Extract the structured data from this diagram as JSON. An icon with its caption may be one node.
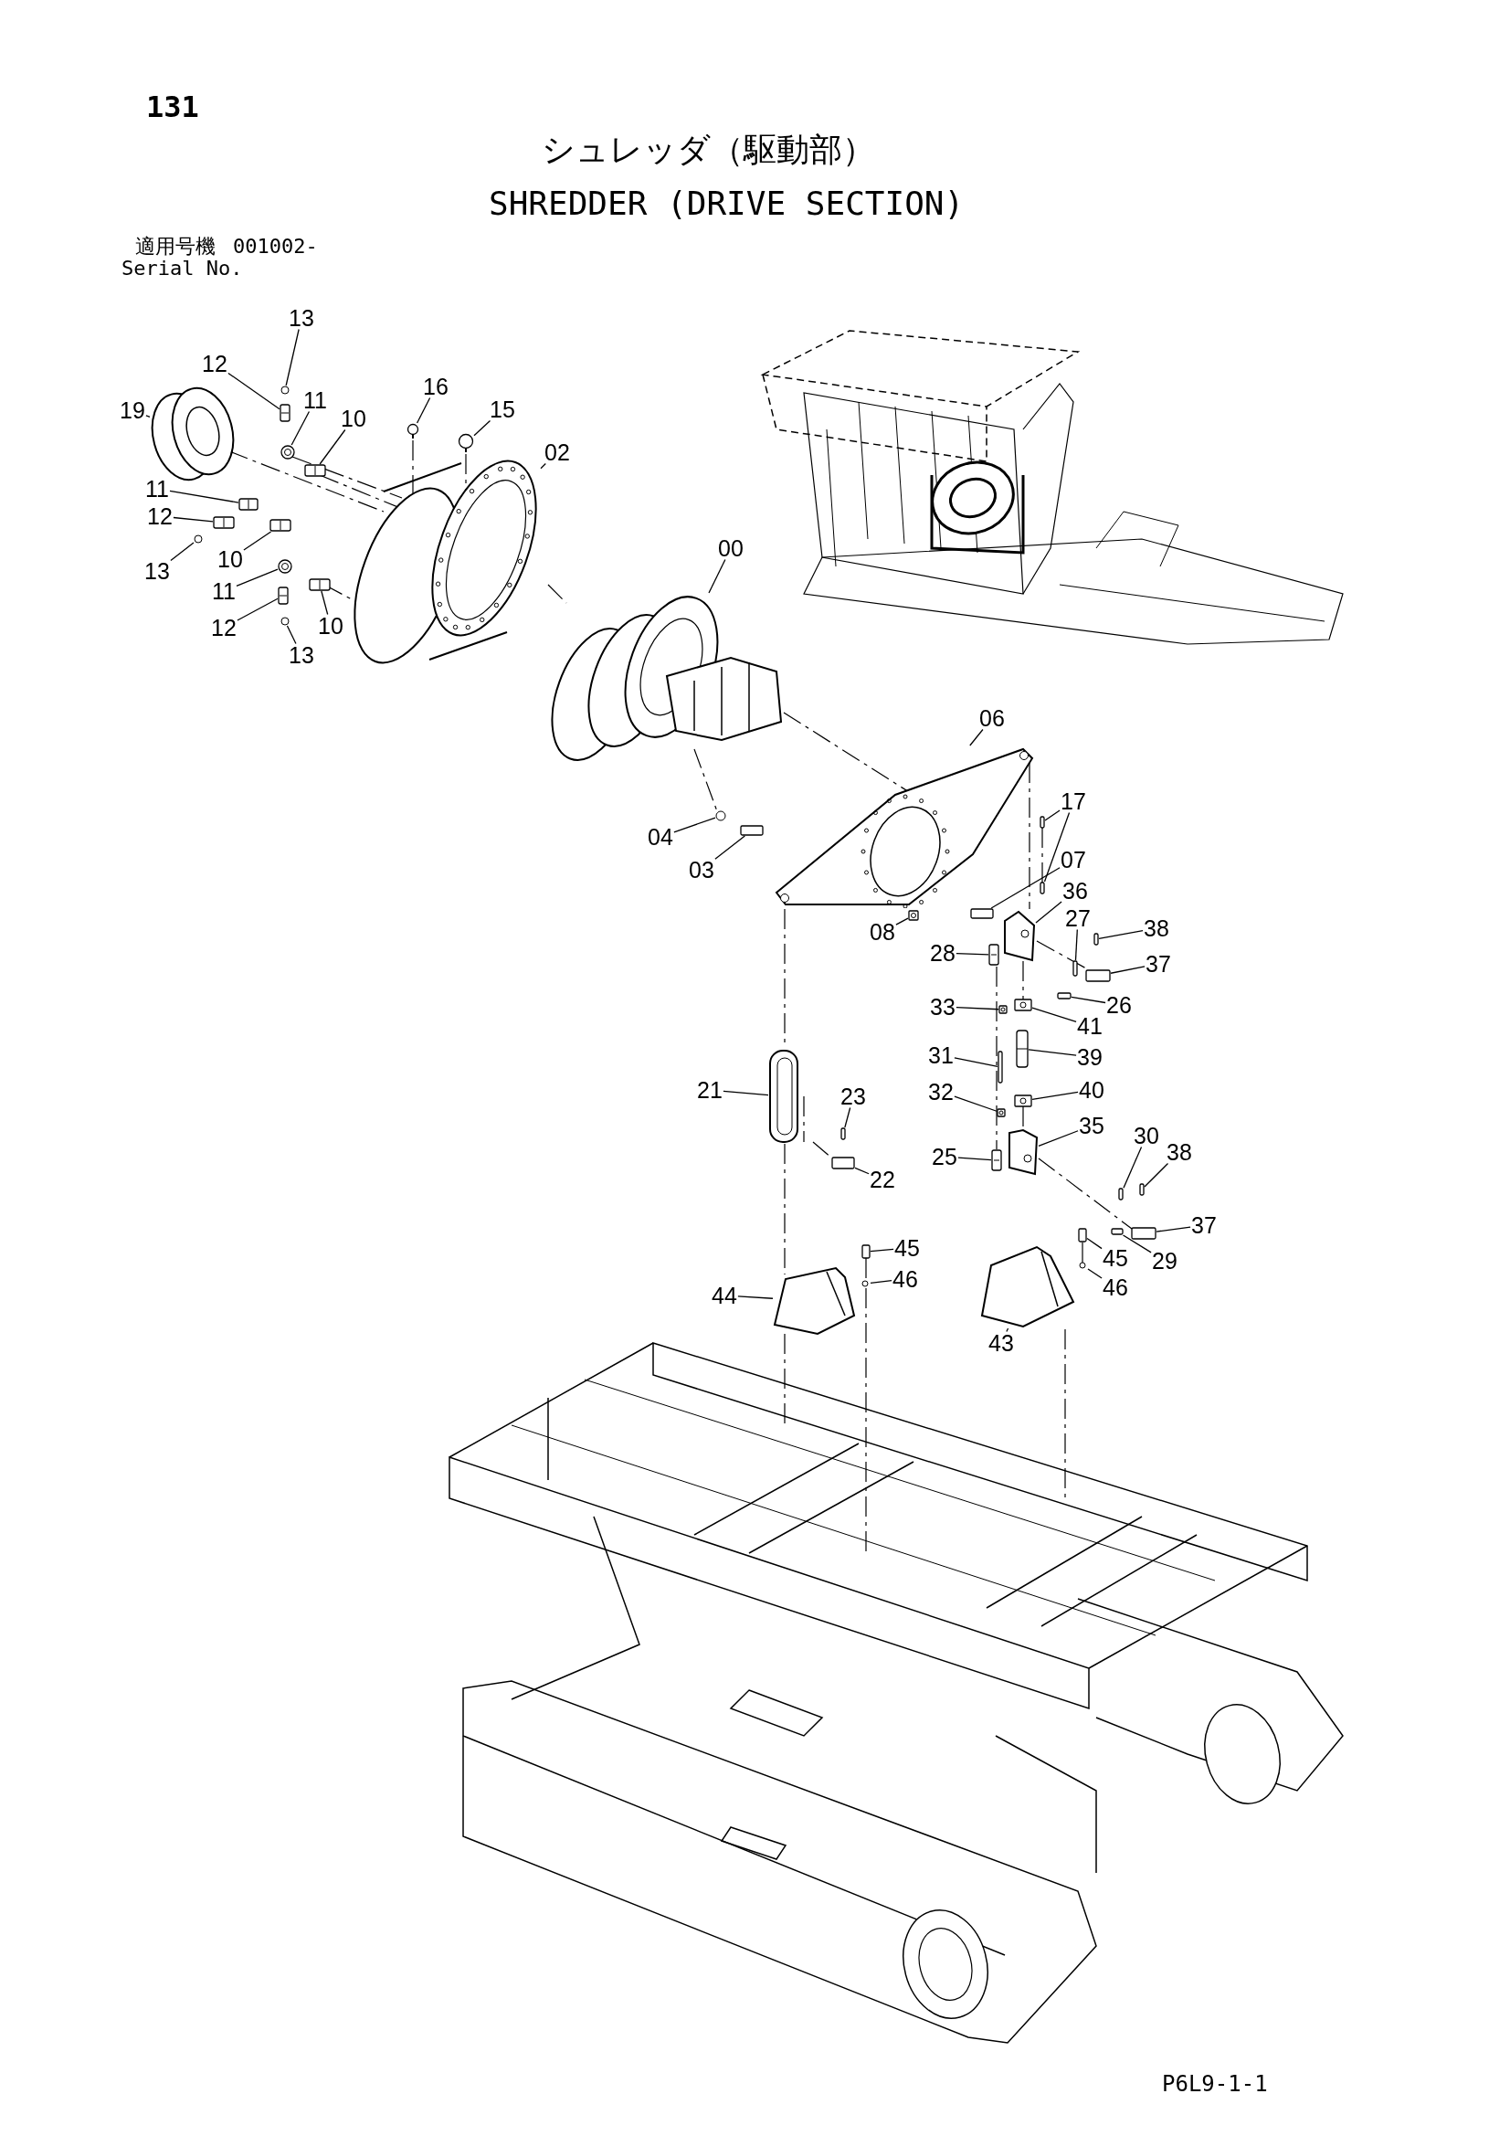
{
  "diagram": {
    "title": "シュレッダ（駆動部）",
    "nodes": [
      {
        "text": [
          "13"
        ]
      },
      {
        "text": [
          "12"
        ]
      },
      {
        "text": [
          "11"
        ]
      },
      {
        "text": [
          "10"
        ]
      },
      {
        "text": [
          "19"
        ]
      },
      {
        "text": [
          "16"
        ]
      },
      {
        "text": [
          "15"
        ]
      },
      {
        "text": [
          "02"
        ]
      },
      {
        "text": [
          "11"
        ]
      },
      {
        "text": [
          "12"
        ]
      },
      {
        "text": [
          "13"
        ]
      },
      {
        "text": [
          "10"
        ]
      },
      {
        "text": [
          "11"
        ]
      },
      {
        "text": [
          "12"
        ]
      },
      {
        "text": [
          "10"
        ]
      },
      {
        "text": [
          "13"
        ]
      },
      {
        "text": [
          "00"
        ]
      },
      {
        "text": [
          "06"
        ]
      },
      {
        "text": [
          "17"
        ]
      },
      {
        "text": [
          "07"
        ]
      },
      {
        "text": [
          "04"
        ]
      },
      {
        "text": [
          "03"
        ]
      },
      {
        "text": [
          "08"
        ]
      },
      {
        "text": [
          "36"
        ]
      },
      {
        "text": [
          "27"
        ]
      },
      {
        "text": [
          "38"
        ]
      },
      {
        "text": [
          "28"
        ]
      },
      {
        "text": [
          "37"
        ]
      },
      {
        "text": [
          "26"
        ]
      },
      {
        "text": [
          "33"
        ]
      },
      {
        "text": [
          "41"
        ]
      },
      {
        "text": [
          "31"
        ]
      },
      {
        "text": [
          "39"
        ]
      },
      {
        "text": [
          "21"
        ]
      },
      {
        "text": [
          "23"
        ]
      },
      {
        "text": [
          "32"
        ]
      },
      {
        "text": [
          "40"
        ]
      },
      {
        "text": [
          "35"
        ]
      },
      {
        "text": [
          "30"
        ]
      },
      {
        "text": [
          "38"
        ]
      },
      {
        "text": [
          "25"
        ]
      },
      {
        "text": [
          "22"
        ]
      },
      {
        "text": [
          "37"
        ]
      },
      {
        "text": [
          "29"
        ]
      },
      {
        "text": [
          "45"
        ]
      },
      {
        "text": [
          "45"
        ]
      },
      {
        "text": [
          "46"
        ]
      },
      {
        "text": [
          "46"
        ]
      },
      {
        "text": [
          "44"
        ]
      },
      {
        "text": [
          "43"
        ]
      },
      {
        "text": [],
        "shape": "circle"
      },
      {
        "text": [],
        "shape": "picture"
      },
      {
        "text": [],
        "shape": "picture"
      },
      {
        "text": [],
        "shape": "picture"
      },
      {
        "text": [],
        "shape": "picture"
      },
      {
        "text": [],
        "shape": "picture"
      },
      {
        "text": [],
        "shape": "picture"
      },
      {
        "text": [],
        "shape": "picture"
      },
      {
        "text": [],
        "shape": "picture"
      },
      {
        "text": [],
        "shape": "picture"
      },
      {
        "text": [],
        "shape": "circle"
      },
      {
        "text": [],
        "shape": "picture"
      },
      {
        "text": [],
        "shape": "picture"
      },
      {
        "text": [],
        "shape": "picture"
      },
      {
        "text": [],
        "shape": "picture"
      },
      {
        "text": [],
        "shape": "circle"
      },
      {
        "text": [],
        "shape": "picture"
      },
      {
        "text": [],
        "shape": "picture"
      },
      {
        "text": [],
        "shape": "bar"
      },
      {
        "text": [],
        "shape": "bar"
      },
      {
        "text": [],
        "shape": "bar"
      },
      {
        "text": [],
        "shape": "circle"
      },
      {
        "text": [],
        "shape": "bar"
      },
      {
        "text": [],
        "shape": "picture"
      },
      {
        "text": [],
        "shape": "picture"
      },
      {
        "text": [],
        "shape": "bar"
      },
      {
        "text": [],
        "shape": "bar"
      },
      {
        "text": [],
        "shape": "picture"
      },
      {
        "text": [],
        "shape": "bar"
      },
      {
        "text": [],
        "shape": "bar"
      },
      {
        "text": [],
        "shape": "picture"
      },
      {
        "text": [],
        "shape": "picture"
      },
      {
        "text": [],
        "shape": "bar"
      },
      {
        "text": [],
        "shape": "picture"
      },
      {
        "text": [],
        "shape": "picture"
      },
      {
        "text": [],
        "shape": "bar"
      },
      {
        "text": [],
        "shape": "picture"
      },
      {
        "text": [],
        "shape": "picture"
      },
      {
        "text": [],
        "shape": "picture"
      },
      {
        "text": [],
        "shape": "bar"
      },
      {
        "text": [],
        "shape": "bar"
      },
      {
        "text": [],
        "shape": "picture"
      },
      {
        "text": [],
        "shape": "bar"
      },
      {
        "text": [],
        "shape": "bar"
      },
      {
        "text": [],
        "shape": "bar"
      },
      {
        "text": [],
        "shape": "bar"
      },
      {
        "text": [],
        "shape": "bar"
      },
      {
        "text": [],
        "shape": "circle"
      },
      {
        "text": [],
        "shape": "circle"
      },
      {
        "text": [],
        "shape": "picture"
      },
      {
        "text": [],
        "shape": "picture"
      }
    ],
    "edges": [
      {
        "from": 0,
        "to": 50,
        "arrow": "none"
      },
      {
        "from": 1,
        "to": 51,
        "arrow": "none"
      },
      {
        "from": 2,
        "to": 52,
        "arrow": "none"
      },
      {
        "from": 3,
        "to": 53,
        "arrow": "none"
      },
      {
        "from": 4,
        "to": 54,
        "arrow": "none"
      },
      {
        "from": 5,
        "to": 55,
        "arrow": "none"
      },
      {
        "from": 6,
        "to": 56,
        "arrow": "none"
      },
      {
        "from": 7,
        "to": 57,
        "arrow": "none"
      },
      {
        "from": 8,
        "to": 58,
        "arrow": "none"
      },
      {
        "from": 9,
        "to": 59,
        "arrow": "none"
      },
      {
        "from": 10,
        "to": 60,
        "arrow": "none"
      },
      {
        "from": 11,
        "to": 61,
        "arrow": "none"
      },
      {
        "from": 12,
        "to": 62,
        "arrow": "none"
      },
      {
        "from": 13,
        "to": 63,
        "arrow": "none"
      },
      {
        "from": 14,
        "to": 64,
        "arrow": "none"
      },
      {
        "from": 15,
        "to": 65,
        "arrow": "none"
      },
      {
        "from": 16,
        "to": 66,
        "arrow": "none"
      },
      {
        "from": 17,
        "to": 67,
        "arrow": "none"
      },
      {
        "from": 18,
        "to": 68,
        "arrow": "none"
      },
      {
        "from": 18,
        "to": 69,
        "arrow": "none"
      },
      {
        "from": 19,
        "to": 70,
        "arrow": "none"
      },
      {
        "from": 20,
        "to": 71,
        "arrow": "none"
      },
      {
        "from": 21,
        "to": 72,
        "arrow": "none"
      },
      {
        "from": 22,
        "to": 73,
        "arrow": "none"
      },
      {
        "from": 23,
        "to": 74,
        "arrow": "none"
      },
      {
        "from": 24,
        "to": 75,
        "arrow": "none"
      },
      {
        "from": 25,
        "to": 76,
        "arrow": "none"
      },
      {
        "from": 26,
        "to": 77,
        "arrow": "none"
      },
      {
        "from": 27,
        "to": 78,
        "arrow": "none"
      },
      {
        "from": 28,
        "to": 79,
        "arrow": "none"
      },
      {
        "from": 29,
        "to": 80,
        "arrow": "none"
      },
      {
        "from": 30,
        "to": 81,
        "arrow": "none"
      },
      {
        "from": 31,
        "to": 82,
        "arrow": "none"
      },
      {
        "from": 32,
        "to": 83,
        "arrow": "none"
      },
      {
        "from": 33,
        "to": 84,
        "arrow": "none"
      },
      {
        "from": 34,
        "to": 85,
        "arrow": "none"
      },
      {
        "from": 35,
        "to": 86,
        "arrow": "none"
      },
      {
        "from": 36,
        "to": 87,
        "arrow": "none"
      },
      {
        "from": 37,
        "to": 88,
        "arrow": "none"
      },
      {
        "from": 38,
        "to": 89,
        "arrow": "none"
      },
      {
        "from": 39,
        "to": 90,
        "arrow": "none"
      },
      {
        "from": 40,
        "to": 91,
        "arrow": "none"
      },
      {
        "from": 41,
        "to": 92,
        "arrow": "none"
      },
      {
        "from": 42,
        "to": 93,
        "arrow": "none"
      },
      {
        "from": 43,
        "to": 94,
        "arrow": "none"
      },
      {
        "from": 44,
        "to": 95,
        "arrow": "none"
      },
      {
        "from": 45,
        "to": 96,
        "arrow": "none"
      },
      {
        "from": 46,
        "to": 97,
        "arrow": "none"
      },
      {
        "from": 47,
        "to": 98,
        "arrow": "none"
      },
      {
        "from": 48,
        "to": 99,
        "arrow": "none"
      },
      {
        "from": 49,
        "to": 100,
        "arrow": "none"
      }
    ],
    "labels": [
      "131",
      "SHREDDER (DRIVE SECTION)",
      "適用号機",
      "001002-",
      "Serial No.",
      "P6L9-1-1"
    ]
  }
}
